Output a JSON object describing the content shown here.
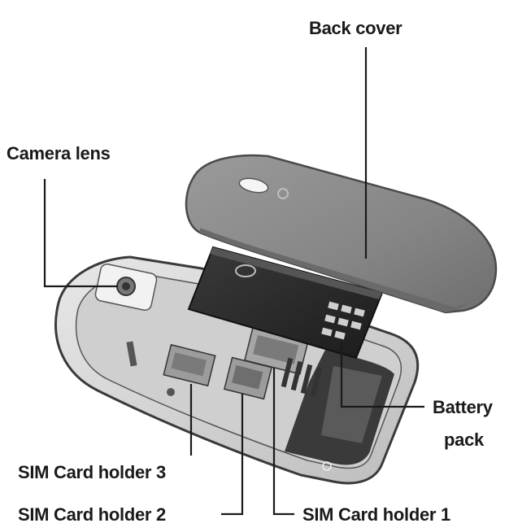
{
  "labels": {
    "back_cover": "Back cover",
    "camera_lens": "Camera lens",
    "battery_line1": "Battery",
    "battery_line2": "pack",
    "sim_holder_3": "SIM Card holder 3",
    "sim_holder_2": "SIM Card holder 2",
    "sim_holder_1": "SIM Card holder 1"
  },
  "colors": {
    "back_cover": "#8a8a8a",
    "battery": "#2b2b2b",
    "phone_body": "#d9d9d9",
    "frame": "#3a3a3a",
    "text": "#1a1a1a"
  }
}
